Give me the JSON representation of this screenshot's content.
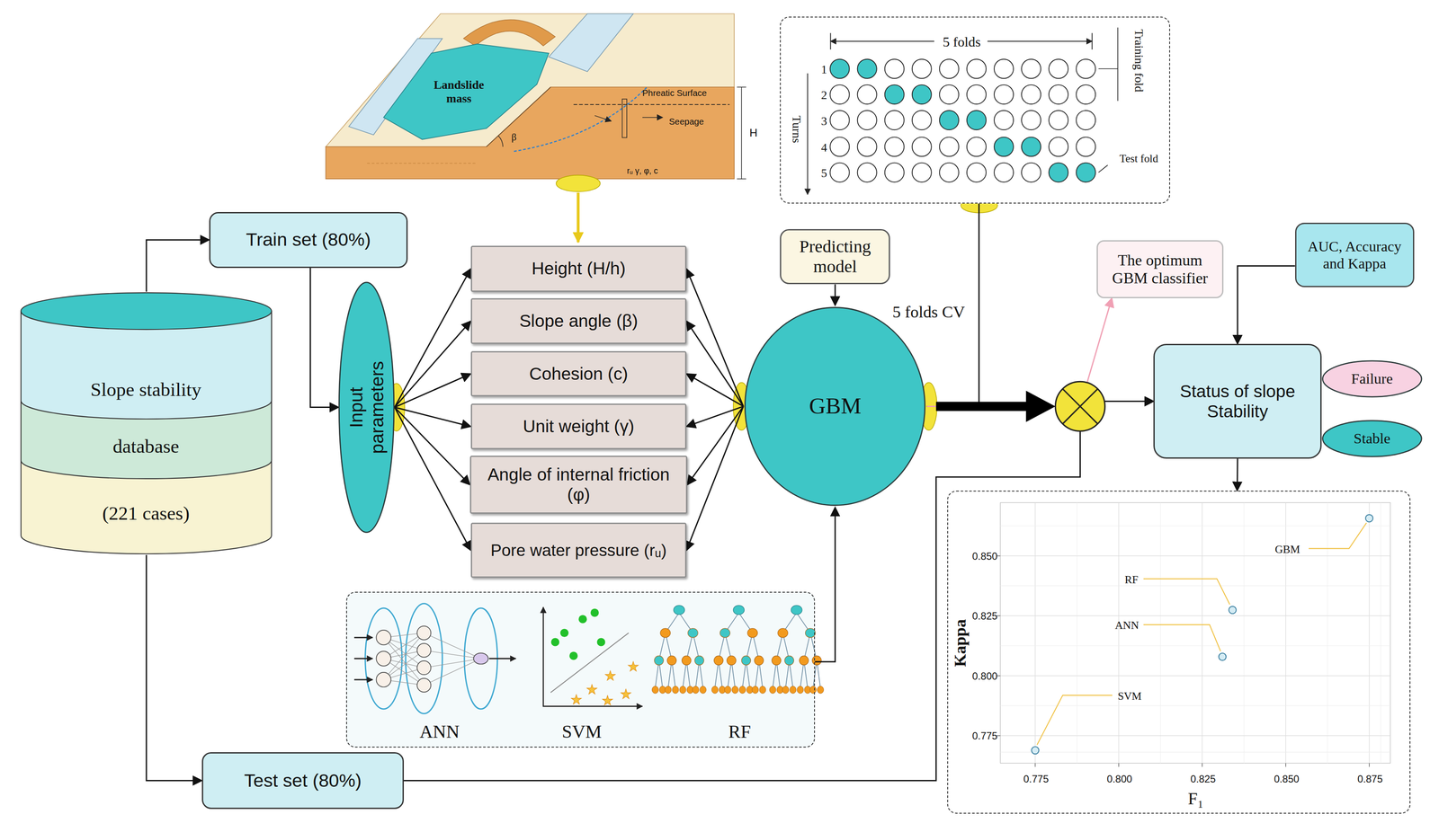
{
  "diagram": {
    "nodes": [
      {
        "text": [
          "Slope stability",
          "database",
          "(221 cases)"
        ]
      },
      {
        "text": [
          "Train set (80%)"
        ]
      },
      {
        "text": [
          "Input parameters"
        ]
      },
      {
        "text": [
          "Height (H/h)"
        ]
      },
      {
        "text": [
          "Slope angle (β)"
        ]
      },
      {
        "text": [
          "Cohesion (c)"
        ]
      },
      {
        "text": [
          "Unit weight (γ)"
        ]
      },
      {
        "text": [
          "Angle of internal friction (φ)"
        ]
      },
      {
        "text": [
          "Pore water pressure (rᵤ)"
        ]
      },
      {
        "text": [
          "Predicting model"
        ]
      },
      {
        "text": [
          "GBM"
        ]
      },
      {
        "text": [
          "5 folds",
          "Turns",
          "1",
          "2",
          "3",
          "4",
          "5",
          "Training fold",
          "Test fold"
        ]
      },
      {
        "text": [
          "The optimum GBM classifier"
        ]
      },
      {
        "text": [
          "AUC, Accuracy and Kappa"
        ]
      },
      {
        "text": [
          "Status of slope Stability"
        ]
      },
      {
        "text": [
          "Failure"
        ]
      },
      {
        "text": [
          "Stable"
        ]
      },
      {
        "text": [
          "ANN",
          "SVM",
          "RF"
        ]
      },
      {
        "text": [
          "0.850",
          "0.825",
          "0.800",
          "0.775",
          "0.775",
          "0.800",
          "0.825",
          "0.850",
          "0.875",
          "Kappa",
          "F₁",
          "GBM",
          "RF",
          "ANN",
          "SVM"
        ]
      },
      {
        "text": [
          "Test set (80%)"
        ]
      }
    ],
    "edges": [
      {
        "from": 0,
        "to": 1,
        "arrow": "to"
      },
      {
        "from": 0,
        "to": 19,
        "arrow": "to"
      },
      {
        "from": 1,
        "to": 2,
        "arrow": "to"
      },
      {
        "from": 2,
        "to": 3,
        "arrow": "to"
      },
      {
        "from": 2,
        "to": 4,
        "arrow": "to"
      },
      {
        "from": 2,
        "to": 5,
        "arrow": "to"
      },
      {
        "from": 2,
        "to": 6,
        "arrow": "to"
      },
      {
        "from": 2,
        "to": 7,
        "arrow": "to"
      },
      {
        "from": 2,
        "to": 8,
        "arrow": "to"
      },
      {
        "from": 10,
        "to": 3,
        "arrow": "to"
      },
      {
        "from": 10,
        "to": 4,
        "arrow": "to"
      },
      {
        "from": 10,
        "to": 5,
        "arrow": "to"
      },
      {
        "from": 10,
        "to": 6,
        "arrow": "to"
      },
      {
        "from": 10,
        "to": 7,
        "arrow": "to"
      },
      {
        "from": 10,
        "to": 8,
        "arrow": "to"
      },
      {
        "from": 9,
        "to": 10,
        "arrow": "to"
      },
      {
        "from": 17,
        "to": 10,
        "arrow": "to"
      },
      {
        "from": 10,
        "to": 14,
        "arrow": "to"
      },
      {
        "from": 11,
        "to": 14,
        "arrow": "to"
      },
      {
        "from": 19,
        "to": 14,
        "arrow": "to"
      },
      {
        "from": 10,
        "to": 12,
        "arrow": "to"
      },
      {
        "from": 13,
        "to": 14,
        "arrow": "to"
      },
      {
        "from": 14,
        "to": 18,
        "arrow": "to"
      }
    ],
    "labels": [
      "Landslide mass",
      "Phreatic Surface",
      "Seepage",
      "H",
      "β",
      "rᵤ γ, φ, c",
      "5 folds CV"
    ]
  }
}
